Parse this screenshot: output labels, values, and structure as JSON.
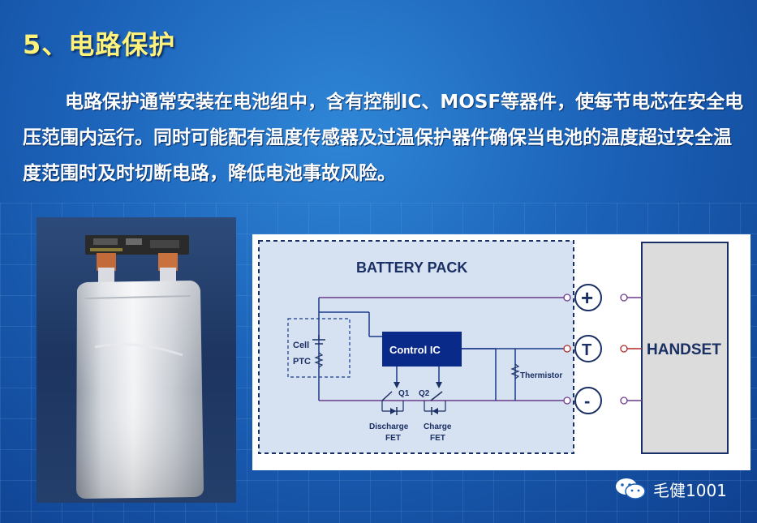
{
  "slide": {
    "title": "5、电路保护",
    "paragraph": "电路保护通常安装在电池组中，含有控制IC、MOSF等器件，使每节电芯在安全电压范围内运行。同时可能配有温度传感器及过温保护器件确保当电池的温度超过安全温度范围时及时切断电路，降低电池事故风险。"
  },
  "diagram": {
    "pack_label": "BATTERY PACK",
    "control_ic": "Control IC",
    "cell": "Cell",
    "ptc": "PTC",
    "thermistor": "Thermistor",
    "q1": "Q1",
    "q2": "Q2",
    "discharge_1": "Discharge",
    "discharge_2": "FET",
    "charge_1": "Charge",
    "charge_2": "FET",
    "plus": "+",
    "t": "T",
    "minus": "-",
    "handset": "HANDSET"
  },
  "watermark": {
    "text": "毛健1001"
  },
  "colors": {
    "title": "#fff27a",
    "control_ic_fill": "#0a2a8a",
    "pack_fill": "#d6e1f2",
    "handset_fill": "#dcdcdc"
  }
}
